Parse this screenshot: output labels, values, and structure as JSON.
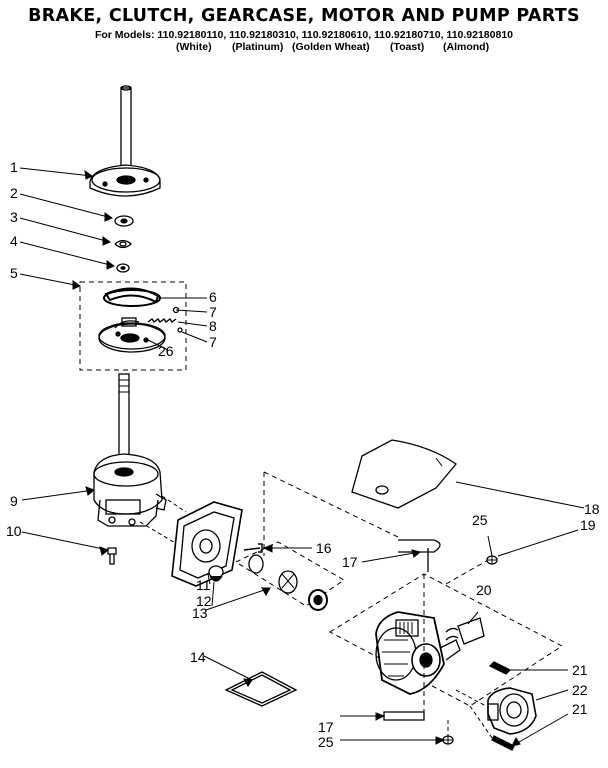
{
  "title": "BRAKE, CLUTCH, GEARCASE, MOTOR AND PUMP PARTS",
  "models_line": "For Models: 110.92180110, 110.92180310, 110.92180610, 110.92180710, 110.92180810",
  "finishes": [
    "(White)",
    "(Platinum)",
    "(Golden Wheat)",
    "(Toast)",
    "(Almond)"
  ],
  "callouts": [
    "1",
    "2",
    "3",
    "4",
    "5",
    "6",
    "7",
    "8",
    "7",
    "26",
    "9",
    "10",
    "11",
    "12",
    "13",
    "14",
    "16",
    "17",
    "18",
    "19",
    "20",
    "21",
    "22",
    "21",
    "25",
    "17",
    "25"
  ]
}
